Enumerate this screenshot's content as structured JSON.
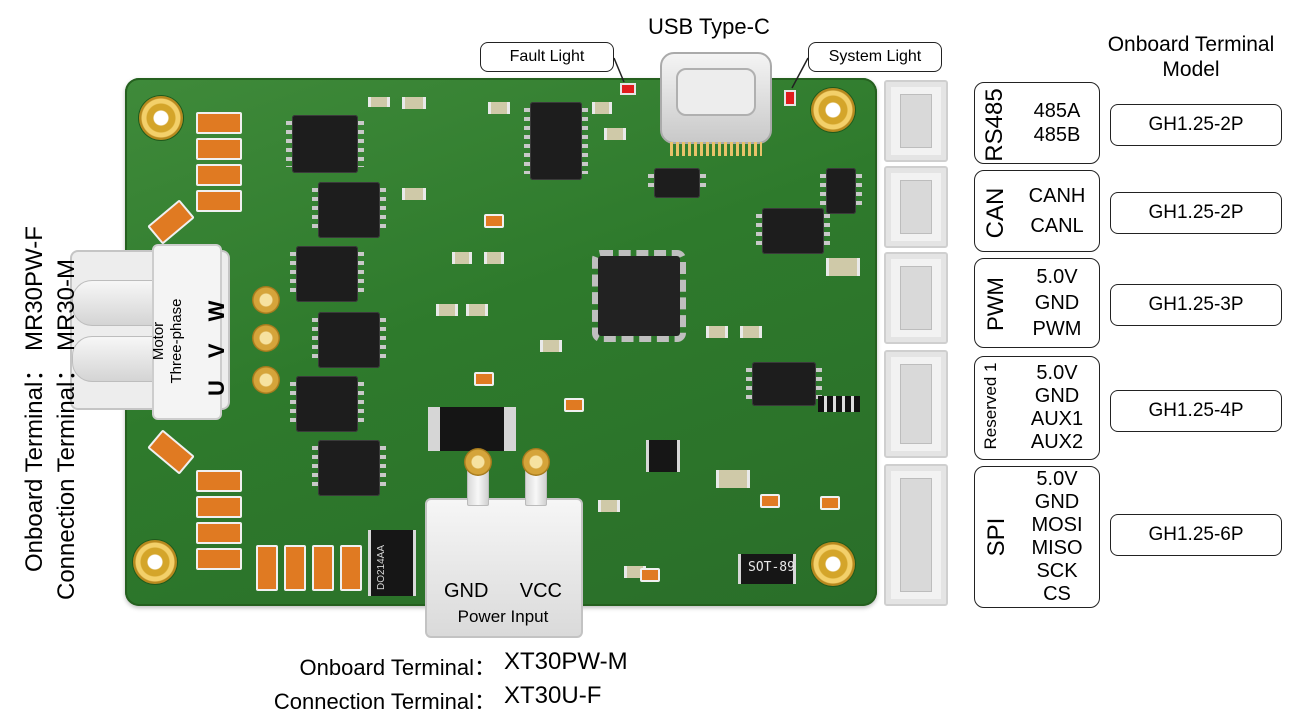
{
  "top": {
    "usb_title": "USB Type-C",
    "fault_light": "Fault Light",
    "system_light": "System Light",
    "model_header_line1": "Onboard Terminal",
    "model_header_line2": "Model"
  },
  "groups": [
    {
      "title": "RS485",
      "lines": [
        "485A",
        "485B"
      ],
      "model": "GH1.25-2P"
    },
    {
      "title": "CAN",
      "lines": [
        "CANH",
        "CANL"
      ],
      "model": "GH1.25-2P"
    },
    {
      "title": "PWM",
      "lines": [
        "5.0V",
        "GND",
        "PWM"
      ],
      "model": "GH1.25-3P"
    },
    {
      "title": "Reserved 1",
      "lines": [
        "5.0V",
        "GND",
        "AUX1",
        "AUX2"
      ],
      "model": "GH1.25-4P"
    },
    {
      "title": "SPI",
      "lines": [
        "5.0V",
        "GND",
        "MOSI",
        "MISO",
        "SCK",
        "CS"
      ],
      "model": "GH1.25-6P"
    }
  ],
  "left": {
    "onboard_terminal": "Onboard Terminal： MR30PW-F",
    "connection_terminal": "Connection Terminal： MR30-M",
    "motor_label": "Motor",
    "three_phase_label": "Three-phase",
    "phase_w": "W",
    "phase_v": "V",
    "phase_u": "U"
  },
  "power": {
    "gnd": "GND",
    "vcc": "VCC",
    "power_input": "Power Input",
    "onboard_terminal_label": "Onboard Terminal：",
    "onboard_terminal_value": "XT30PW-M",
    "connection_terminal_label": "Connection Terminal：",
    "connection_terminal_value": "XT30U-F"
  },
  "board_markings": {
    "sot89": "SOT-89",
    "do214": "DO214AA"
  }
}
